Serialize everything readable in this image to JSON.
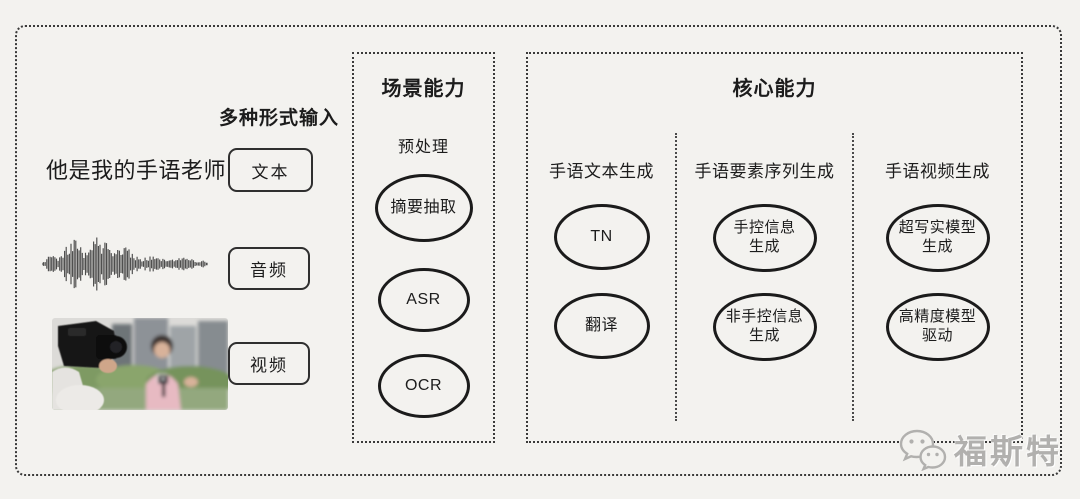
{
  "colors": {
    "background": "#f3f2ef",
    "border": "#3a3a3a",
    "text": "#1c1c1c",
    "ellipse_stroke": "#1b1b1b",
    "watermark": "#b1b0ae"
  },
  "input_section": {
    "header": "多种形式输入",
    "sample_text": "他是我的手语老师",
    "media": [
      "audio-waveform-image",
      "video-thumbnail-image"
    ],
    "types": [
      {
        "label": "文本"
      },
      {
        "label": "音频"
      },
      {
        "label": "视频"
      }
    ]
  },
  "scene_section": {
    "title": "场景能力",
    "subtitle": "预处理",
    "items": [
      {
        "label": "摘要抽取"
      },
      {
        "label": "ASR"
      },
      {
        "label": "OCR"
      }
    ]
  },
  "core_section": {
    "title": "核心能力",
    "columns": [
      {
        "header": "手语文本生成",
        "items": [
          {
            "label": "TN"
          },
          {
            "label": "翻译"
          }
        ]
      },
      {
        "header": "手语要素序列生成",
        "items": [
          {
            "label": "手控信息\n生成"
          },
          {
            "label": "非手控信息\n生成"
          }
        ]
      },
      {
        "header": "手语视频生成",
        "items": [
          {
            "label": "超写实模型\n生成"
          },
          {
            "label": "高精度模型\n驱动"
          }
        ]
      }
    ]
  },
  "watermark": {
    "icon": "wechat-icon",
    "text": "福斯特"
  }
}
